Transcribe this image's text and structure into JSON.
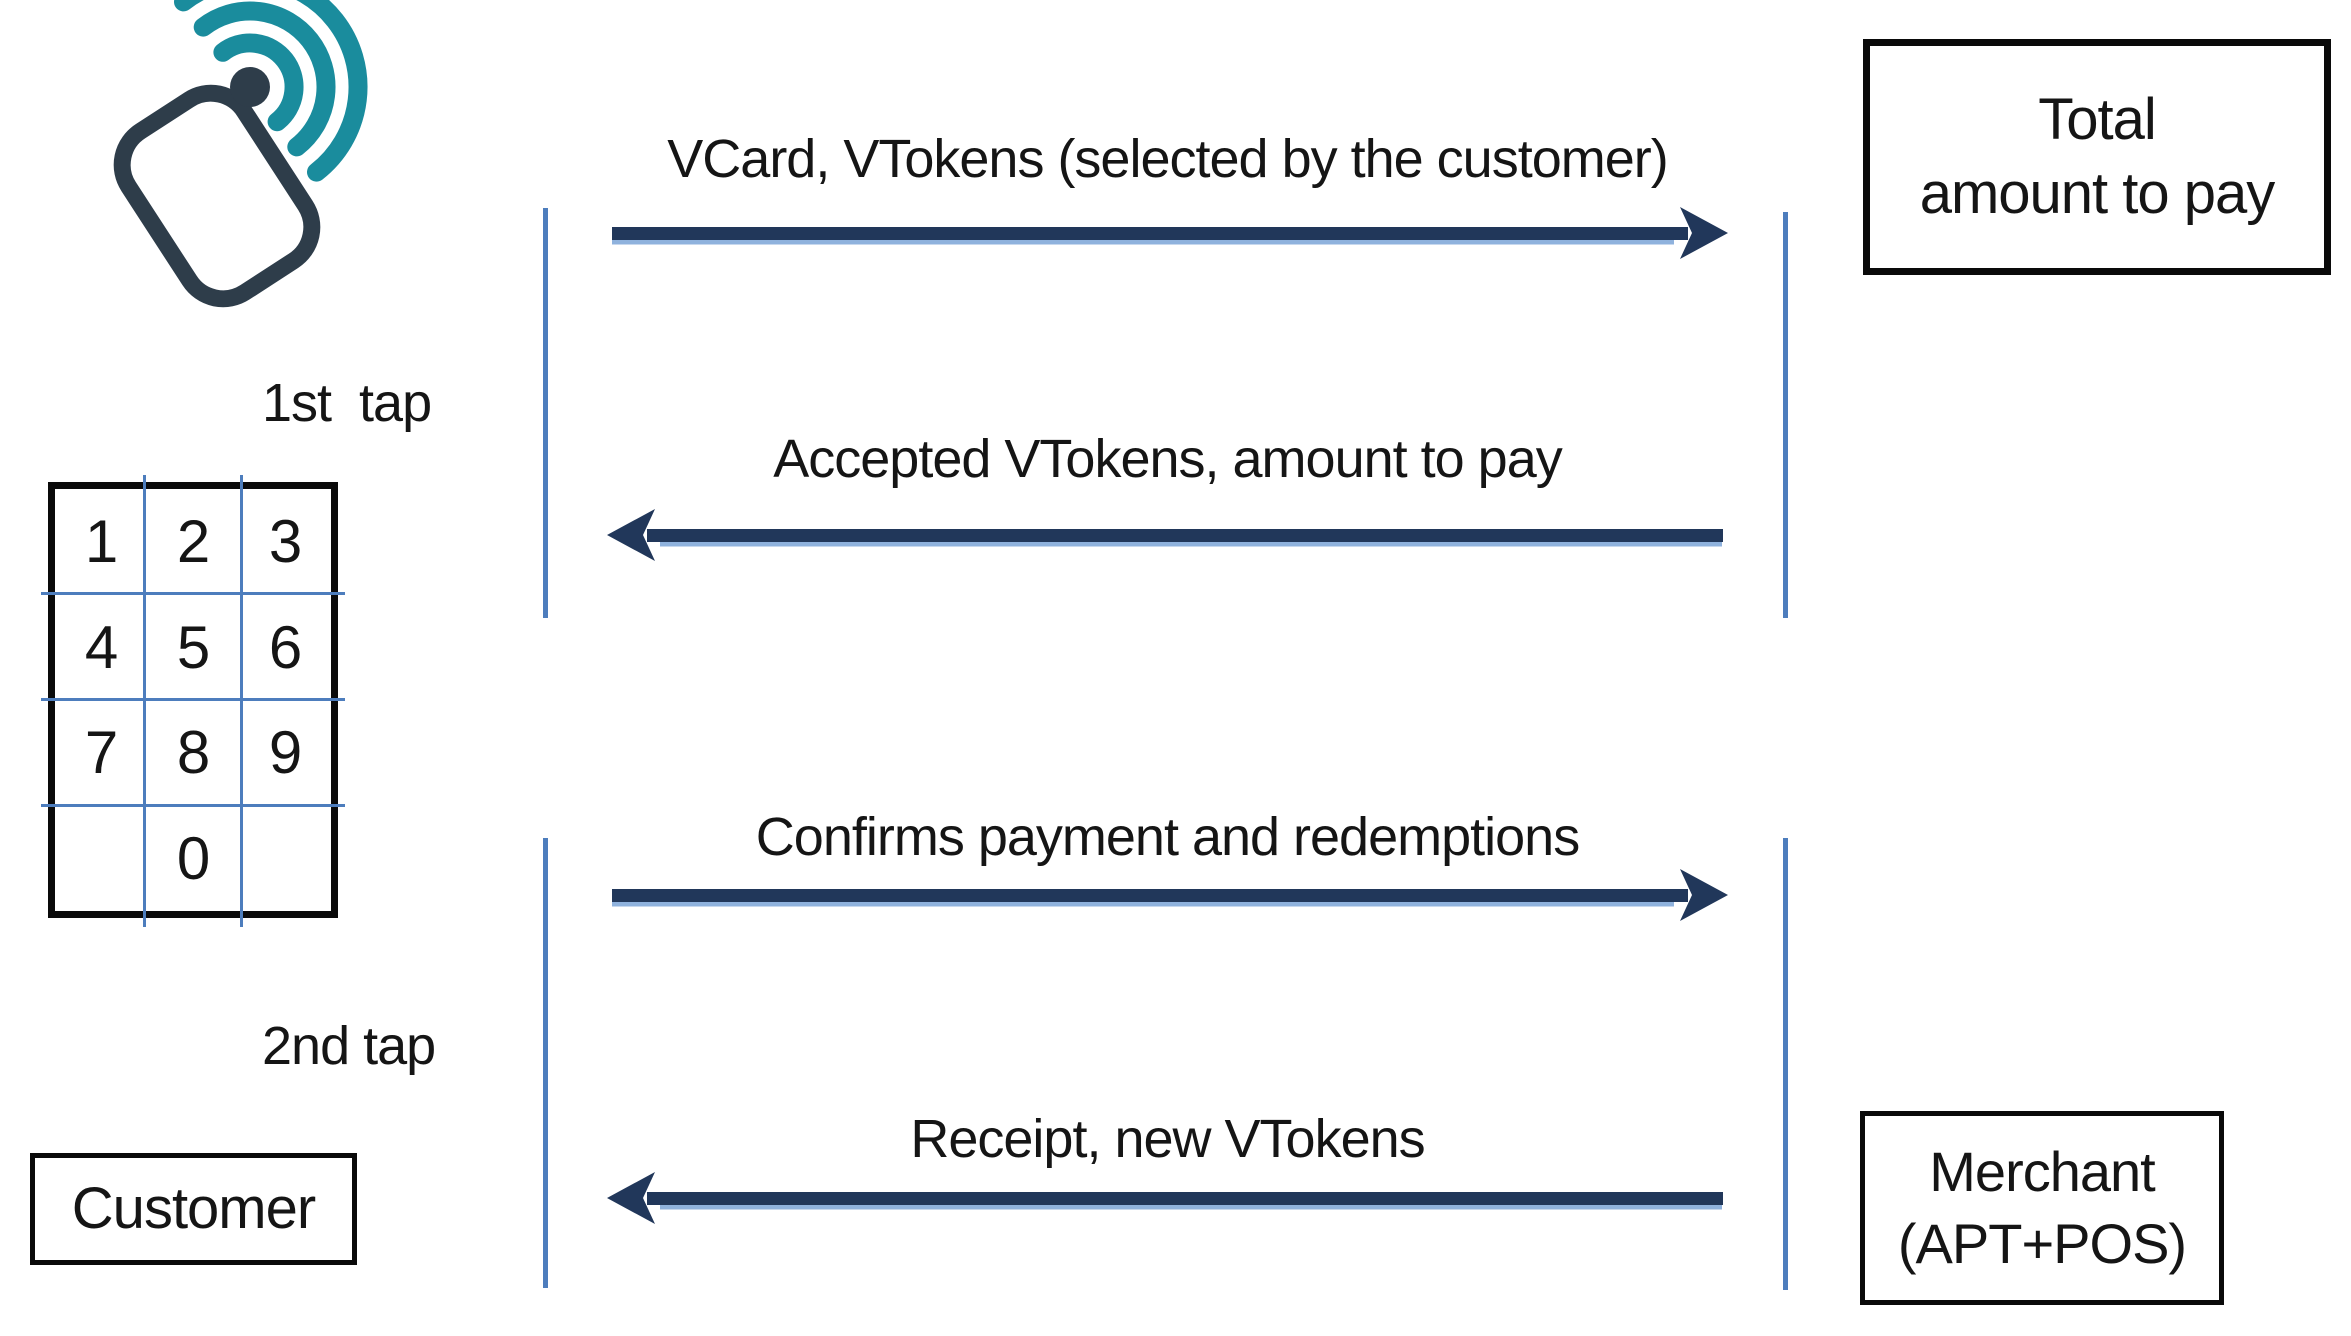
{
  "diagram": {
    "type": "nfc-two-tap-payment-sequence",
    "colors": {
      "arrow": "#21375a",
      "arrow_highlight": "#8fb2dd",
      "lifeline": "#4d7dbd",
      "keypad_grid": "#4d7dbd",
      "box_border": "#0a0a0a",
      "icon_dark": "#2e3d4a",
      "icon_teal": "#1a8c9d",
      "text": "#151515"
    },
    "icons": {
      "nfc": "nfc-contactless-tap-icon"
    },
    "labels": {
      "tap1": "1st  tap",
      "tap2": "2nd tap"
    },
    "keypad": {
      "rows": [
        [
          "1",
          "2",
          "3"
        ],
        [
          "4",
          "5",
          "6"
        ],
        [
          "7",
          "8",
          "9"
        ],
        [
          "",
          "0",
          ""
        ]
      ]
    },
    "boxes": {
      "total": {
        "line1": "Total",
        "line2": "amount to pay"
      },
      "customer": {
        "label": "Customer"
      },
      "merchant": {
        "line1": "Merchant",
        "line2": "(APT+POS)"
      }
    },
    "messages": [
      {
        "label": "VCard, VTokens (selected by the customer)",
        "direction": "right"
      },
      {
        "label": "Accepted VTokens, amount to pay",
        "direction": "left"
      },
      {
        "label": "Confirms payment and redemptions",
        "direction": "right"
      },
      {
        "label": "Receipt, new VTokens",
        "direction": "left"
      }
    ]
  }
}
